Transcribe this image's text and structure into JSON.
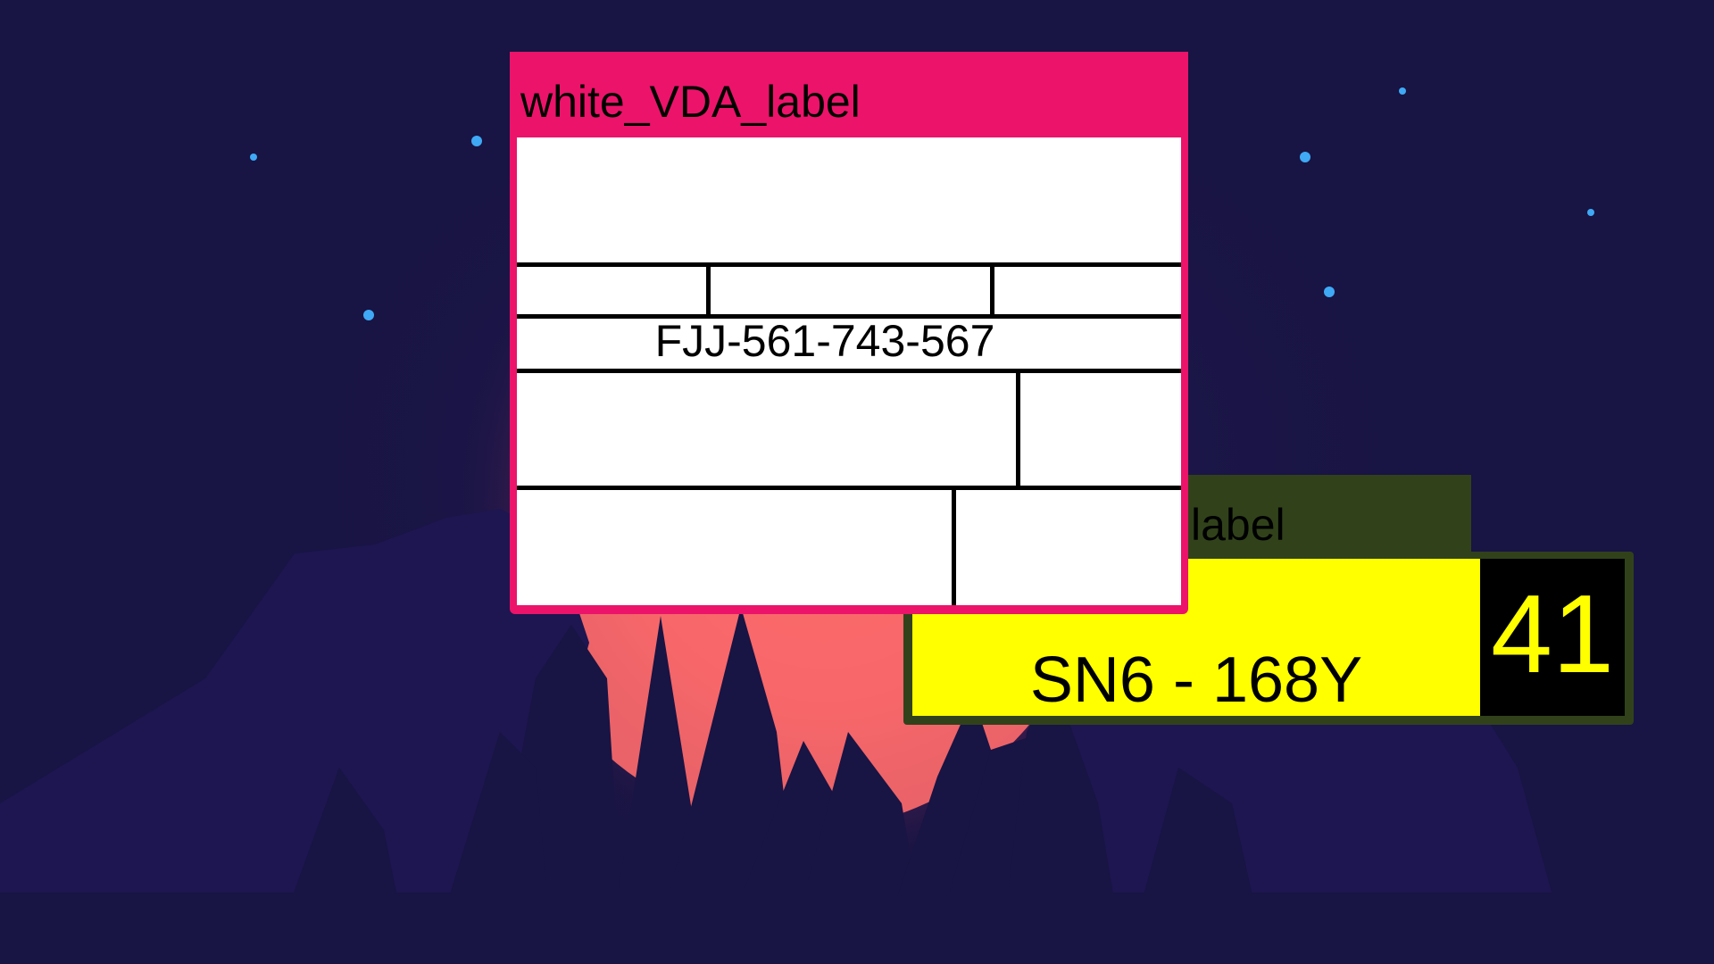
{
  "desktop": {
    "background_color": "#181443",
    "glow_color": "#ff6b6b"
  },
  "vda_window": {
    "title": "white_VDA_label",
    "titlebar_color": "#ec136a",
    "code": "FJJ-561-743-567"
  },
  "plate_window": {
    "title": "label",
    "titlebar_color": "#31421b",
    "plate_text": "SN6 - 168Y",
    "plate_color": "#ffff00",
    "number": "41",
    "number_color": "#ffff00"
  }
}
